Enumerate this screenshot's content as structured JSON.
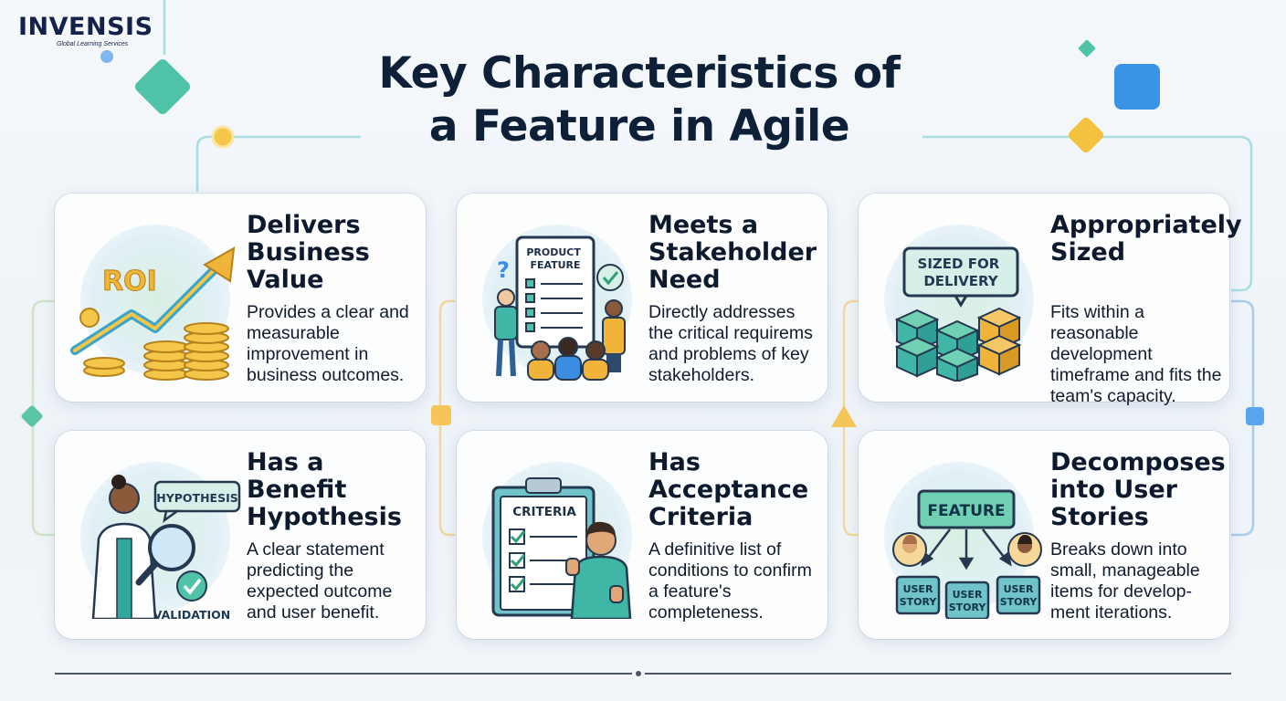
{
  "brand": {
    "name": "INVENSIS",
    "tagline": "Global Learning Services"
  },
  "title": {
    "line1": "Key Characteristics of",
    "line2": "a Feature in Agile"
  },
  "cards": [
    {
      "title": "Delivers Business Value",
      "desc": "Provides a clear and measurable improvement in business outcomes.",
      "illustration_label": "ROI",
      "icon": "roi-coins-arrow-icon"
    },
    {
      "title": "Meets a Stakeholder Need",
      "desc": "Directly addresses the critical requirems and problems of key stakeholders.",
      "illustration_label": "PRODUCT FEATURE",
      "icon": "stakeholders-board-icon"
    },
    {
      "title": "Appropriately Sized",
      "desc": "Fits within a reasonable development timeframe and fits the team's capacity.",
      "illustration_label": "SIZED FOR DELIVERY",
      "icon": "stacked-cubes-icon"
    },
    {
      "title": "Has a Benefit Hypothesis",
      "desc": "A clear statement predicting the expected outcome and user benefit.",
      "illustration_label": "HYPOTHESIS",
      "illustration_label_2": "VALIDATION",
      "icon": "scientist-magnifier-icon"
    },
    {
      "title": "Has Acceptance Criteria",
      "desc": "A definitive list of conditions to confirm a feature's completeness.",
      "illustration_label": "CRITERIA",
      "icon": "clipboard-checklist-icon"
    },
    {
      "title": "Decomposes into User Stories",
      "desc": "Breaks down into small, manageable items for develop-ment iterations.",
      "illustration_label": "FEATURE",
      "story_label": "USER STORY",
      "icon": "feature-tree-icon"
    }
  ],
  "colors": {
    "title": "#0d2037",
    "teal": "#3fb6a6",
    "gold": "#f0b43a",
    "blue": "#3a8de0",
    "line": "#9ad6de"
  }
}
